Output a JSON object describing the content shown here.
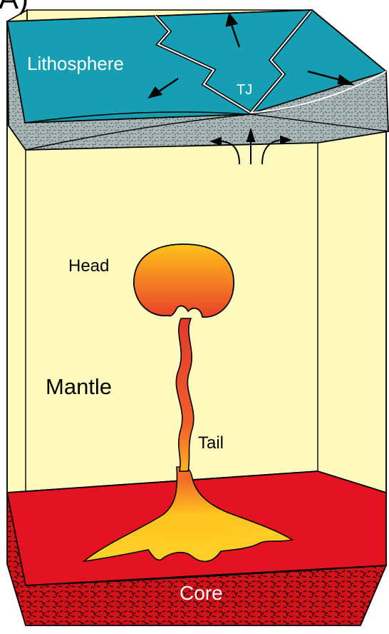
{
  "figure": {
    "panel_label": "A)",
    "labels": {
      "lithosphere": "Lithosphere",
      "triple_junction": "TJ",
      "head": "Head",
      "mantle": "Mantle",
      "tail": "Tail",
      "core": "Core"
    },
    "colors": {
      "lithosphere_top": "#169FB3",
      "lithosphere_side": "#A9B6B6",
      "mantle": "#FFFBBE",
      "core_top": "#E3141F",
      "core_side": "#D3131A",
      "plume_light": "#FFC31A",
      "plume_dark": "#E8402A",
      "outline": "#000000",
      "label_on_dark": "#FFFFFF"
    },
    "icons": [
      "divergence-arrow",
      "upwelling-arrow",
      "speckle-texture"
    ]
  }
}
